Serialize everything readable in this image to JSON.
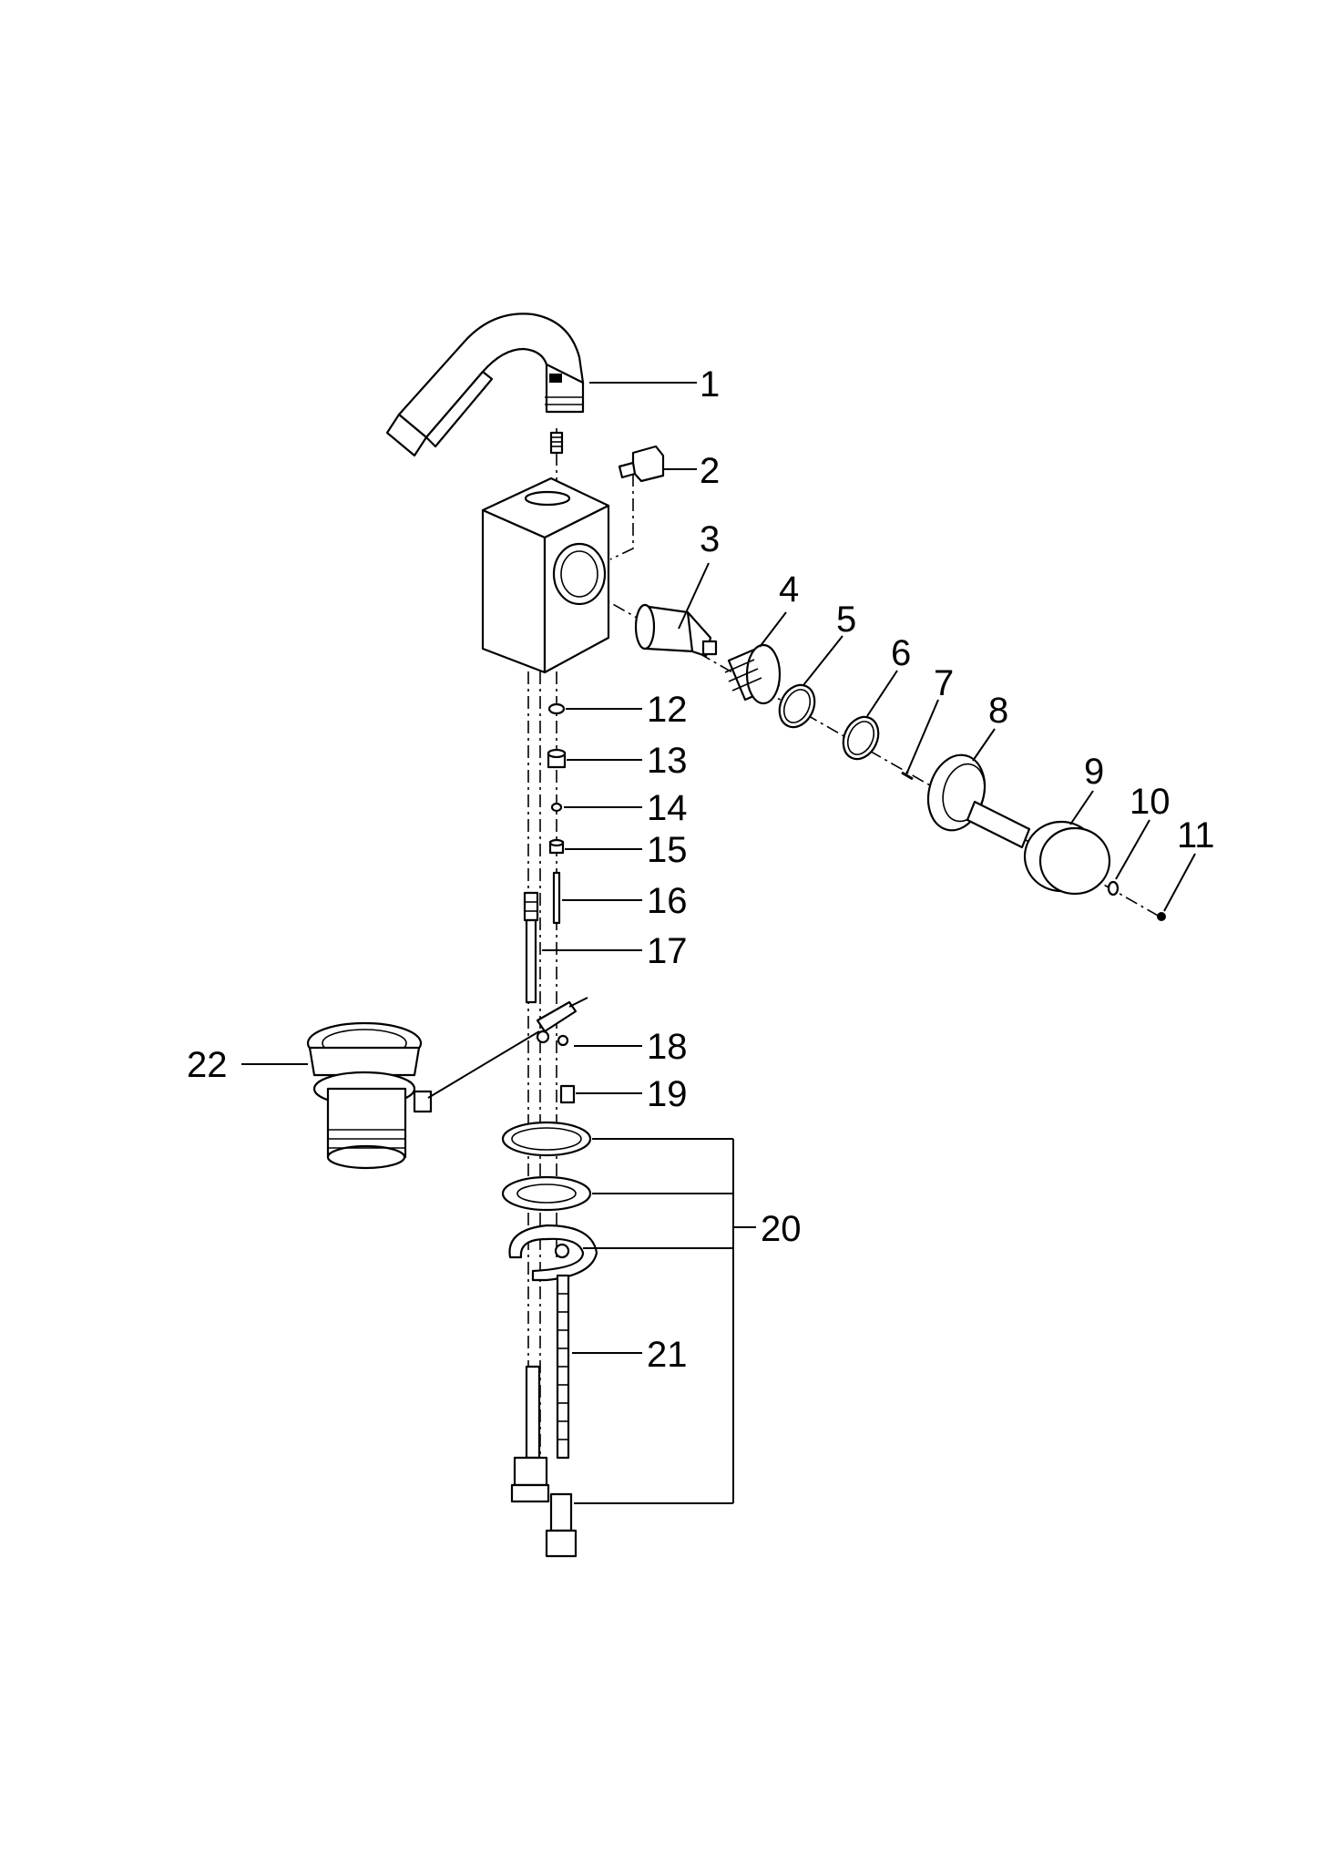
{
  "figure": {
    "type": "exploded parts diagram",
    "subject": "bidet mixer tap",
    "callouts": [
      {
        "id": "callout-1",
        "label": "1"
      },
      {
        "id": "callout-2",
        "label": "2"
      },
      {
        "id": "callout-3",
        "label": "3"
      },
      {
        "id": "callout-4",
        "label": "4"
      },
      {
        "id": "callout-5",
        "label": "5"
      },
      {
        "id": "callout-6",
        "label": "6"
      },
      {
        "id": "callout-7",
        "label": "7"
      },
      {
        "id": "callout-8",
        "label": "8"
      },
      {
        "id": "callout-9",
        "label": "9"
      },
      {
        "id": "callout-10",
        "label": "10"
      },
      {
        "id": "callout-11",
        "label": "11"
      },
      {
        "id": "callout-12",
        "label": "12"
      },
      {
        "id": "callout-13",
        "label": "13"
      },
      {
        "id": "callout-14",
        "label": "14"
      },
      {
        "id": "callout-15",
        "label": "15"
      },
      {
        "id": "callout-16",
        "label": "16"
      },
      {
        "id": "callout-17",
        "label": "17"
      },
      {
        "id": "callout-18",
        "label": "18"
      },
      {
        "id": "callout-19",
        "label": "19"
      },
      {
        "id": "callout-20",
        "label": "20"
      },
      {
        "id": "callout-21",
        "label": "21"
      },
      {
        "id": "callout-22",
        "label": "22"
      }
    ]
  }
}
